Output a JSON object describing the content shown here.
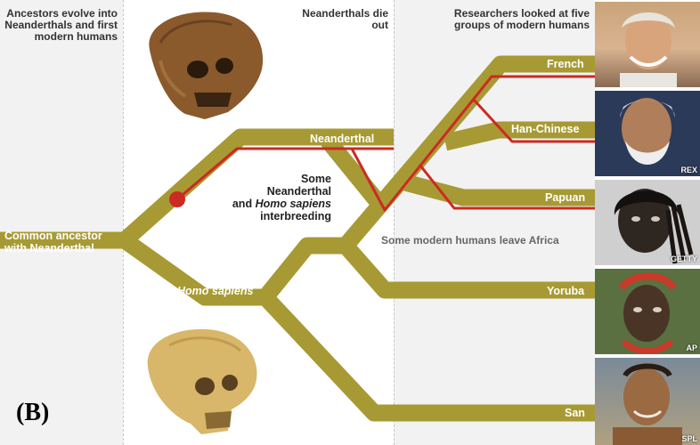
{
  "headers": {
    "col1": "Ancestors evolve into Neanderthals and first modern humans",
    "col2": "Neanderthals die out",
    "col3": "Researchers looked at five groups of modern humans"
  },
  "labels": {
    "ancestor": "Common ancestor with Neanderthal",
    "neanderthal": "Neanderthal",
    "homo_sapiens": "Homo sapiens",
    "interbreeding_line1": "Some",
    "interbreeding_line2": "Neanderthal",
    "interbreeding_and": "and ",
    "interbreeding_italic": "Homo sapiens",
    "interbreeding_line4": "interbreeding",
    "leave_africa": "Some modern humans leave Africa"
  },
  "groups": [
    {
      "name": "French",
      "credit": ""
    },
    {
      "name": "Han-Chinese",
      "credit": "REX"
    },
    {
      "name": "Papuan",
      "credit": "GETTY"
    },
    {
      "name": "Yoruba",
      "credit": "AP"
    },
    {
      "name": "San",
      "credit": "SPL"
    }
  ],
  "panel_label": "(B)",
  "colors": {
    "branch": "#a79a34",
    "gene_flow": "#cc2a22",
    "band": "#f1f1f1"
  }
}
